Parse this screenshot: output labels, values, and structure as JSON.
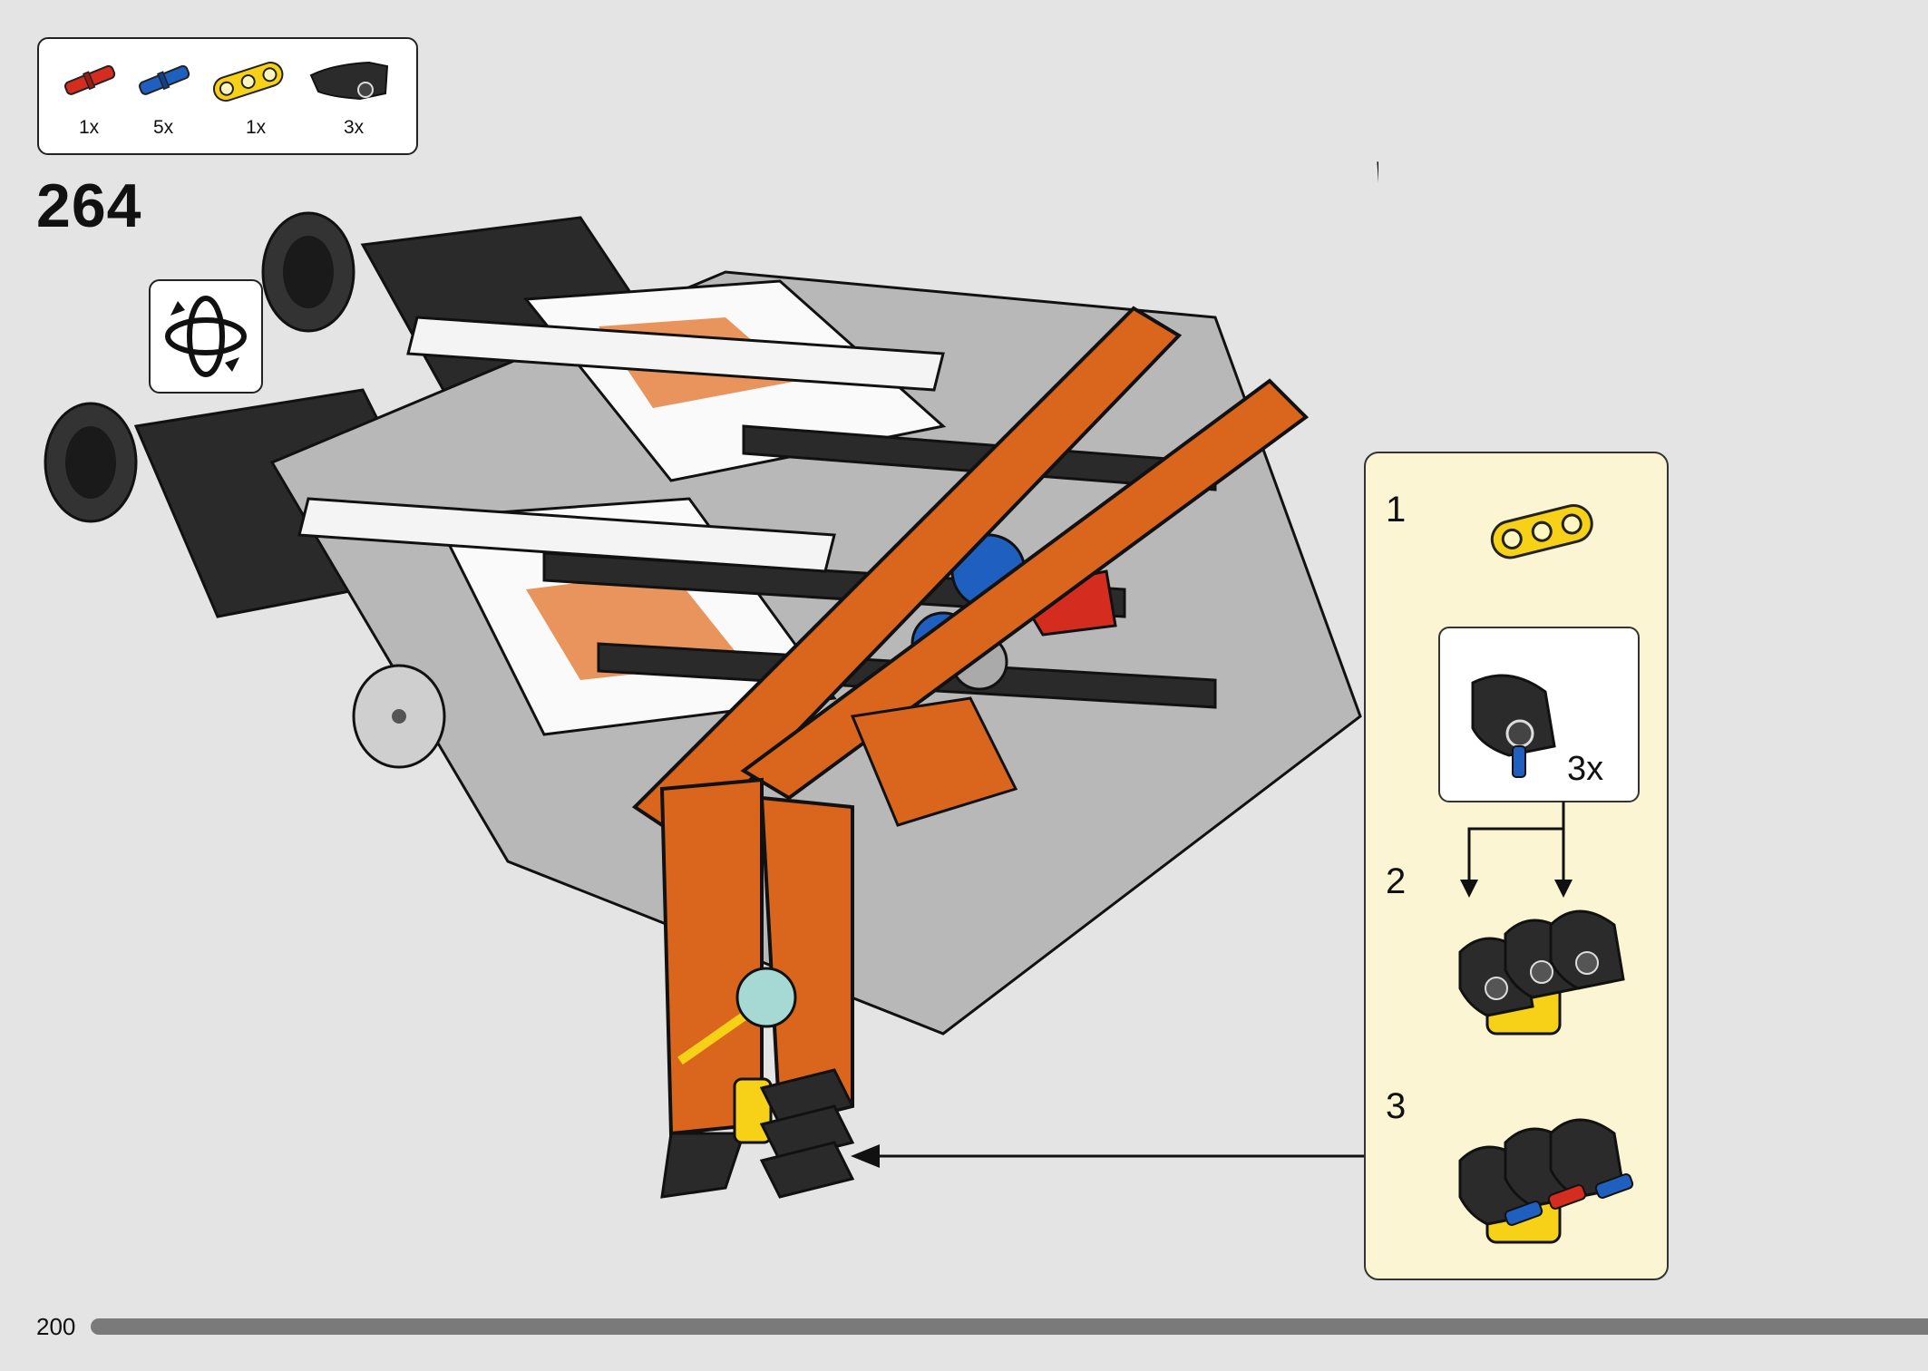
{
  "parts_list": [
    {
      "name": "red-pin",
      "color": "#d42d1f",
      "quantity": "1x"
    },
    {
      "name": "blue-axle-pin",
      "color": "#1e5fbf",
      "quantity": "5x"
    },
    {
      "name": "yellow-3-beam",
      "color": "#f7d117",
      "quantity": "1x"
    },
    {
      "name": "black-panel",
      "color": "#2b2b2b",
      "quantity": "3x"
    }
  ],
  "step_number": "264",
  "rotate_icon": "rotate-model-icon",
  "colors": {
    "orange": "#d9661c",
    "black": "#2a2a2a",
    "white": "#fafafa",
    "panel_bg": "#fbf5d4"
  },
  "subassembly": {
    "steps": [
      {
        "number": "1"
      },
      {
        "number": "2",
        "callout_quantity": "3x"
      },
      {
        "number": "3"
      }
    ]
  },
  "page_number": "200"
}
